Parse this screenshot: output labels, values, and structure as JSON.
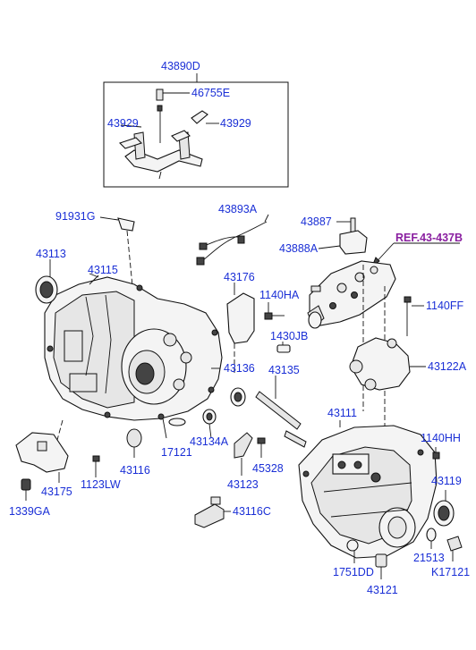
{
  "diagram": {
    "reference": "REF.43-437B",
    "labels": {
      "p43890D": "43890D",
      "p46755E": "46755E",
      "p43929a": "43929",
      "p43929b": "43929",
      "p91931G": "91931G",
      "p43893A": "43893A",
      "p43887": "43887",
      "p43888A": "43888A",
      "p43113": "43113",
      "p43115": "43115",
      "p43176": "43176",
      "p1140HA": "1140HA",
      "p1140FF": "1140FF",
      "p1430JB": "1430JB",
      "p43122A": "43122A",
      "p43136": "43136",
      "p43135": "43135",
      "p43111": "43111",
      "p17121": "17121",
      "p43134A": "43134A",
      "p1140HH": "1140HH",
      "p43175": "43175",
      "p1123LW": "1123LW",
      "p43116": "43116",
      "p43123": "43123",
      "p45328": "45328",
      "p43119": "43119",
      "p1339GA": "1339GA",
      "p43116C": "43116C",
      "p21513": "21513",
      "p1751DD": "1751DD",
      "pK17121": "K17121",
      "p43121": "43121"
    }
  }
}
